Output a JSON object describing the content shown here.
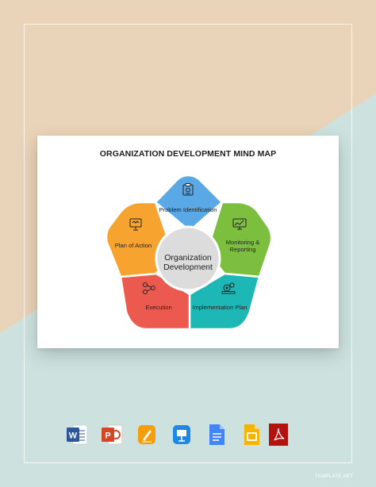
{
  "colors": {
    "bg_top": "#e9d3b9",
    "bg_bottom": "#cde2df",
    "problem": "#5aa9e6",
    "monitoring": "#7cbf3f",
    "implementation": "#1db8b5",
    "execution": "#ec5a4f",
    "plan": "#f7a330",
    "center": "#dcdcdc"
  },
  "diagram": {
    "title": "ORGANIZATION DEVELOPMENT MIND MAP",
    "center": [
      "Organization",
      "Development"
    ],
    "segments": [
      {
        "id": "problem",
        "label": "Problem Identification",
        "icon": "clipboard-icon"
      },
      {
        "id": "monitoring",
        "label": "Monitoring & Reporting",
        "icon": "monitor-chart-icon"
      },
      {
        "id": "implementation",
        "label": "Implementation Plan",
        "icon": "gears-icon"
      },
      {
        "id": "execution",
        "label": "Execution",
        "icon": "network-icon"
      },
      {
        "id": "plan",
        "label": "Plan of Action",
        "icon": "presentation-icon"
      }
    ]
  },
  "apps": [
    {
      "icon": "word-icon",
      "letter": "W",
      "color": "#2b579a"
    },
    {
      "icon": "powerpoint-icon",
      "letter": "P",
      "color": "#d24726"
    },
    {
      "icon": "pages-icon",
      "letter": "",
      "color": "#f59d0c"
    },
    {
      "icon": "keynote-icon",
      "letter": "",
      "color": "#1e88e5"
    },
    {
      "icon": "google-docs-icon",
      "letter": "",
      "color": "#4285f4"
    },
    {
      "icon": "google-slides-icon",
      "letter": "",
      "color": "#f4b400"
    },
    {
      "icon": "pdf-icon",
      "letter": "",
      "color": "#b3120f"
    }
  ],
  "watermark": "TEMPLATE.NET"
}
